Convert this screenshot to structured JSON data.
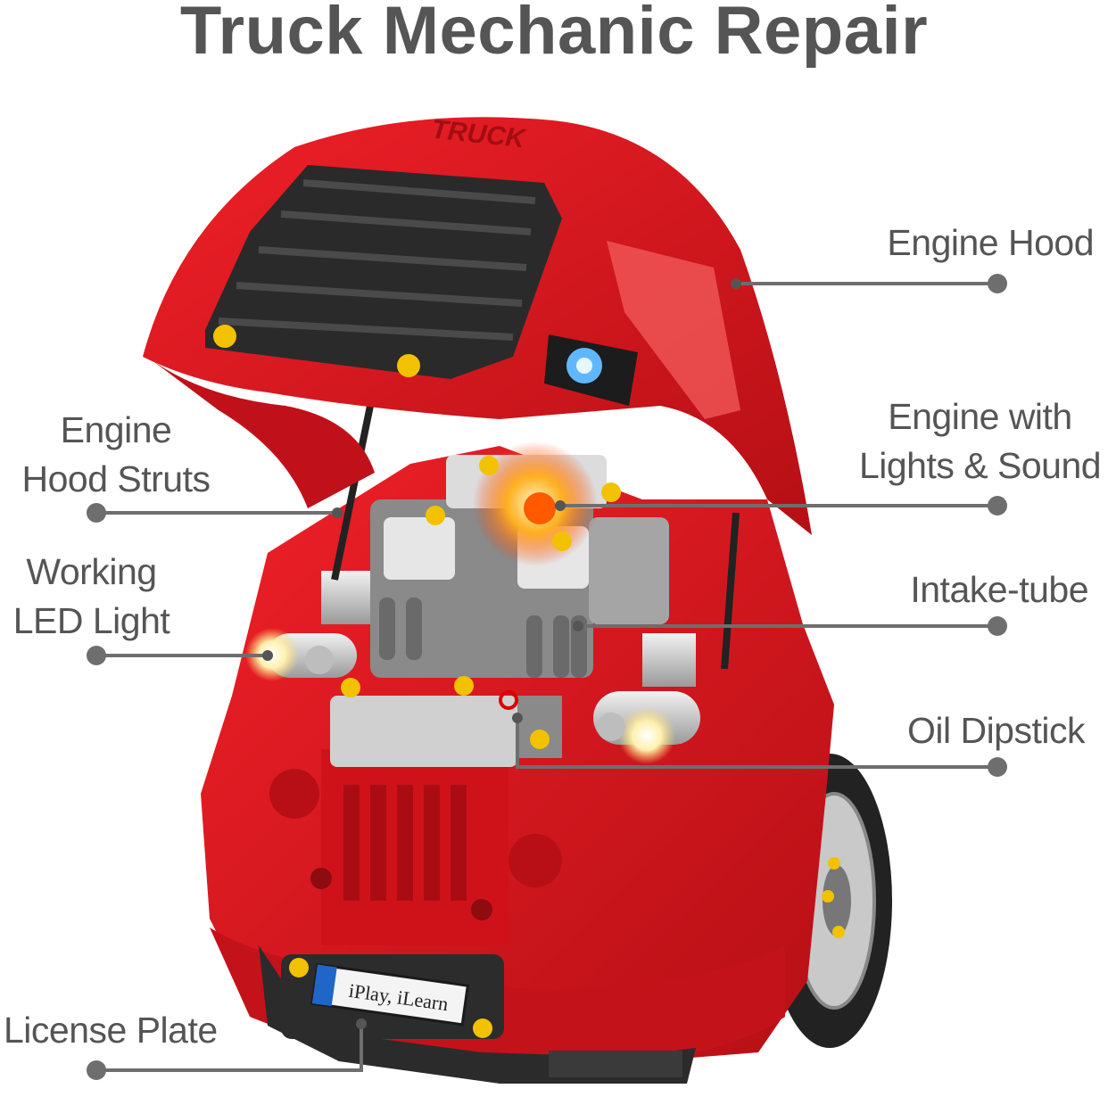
{
  "title": "Truck Mechanic Repair",
  "labels": {
    "engine_hood": "Engine Hood",
    "engine_hood_struts_line1": "Engine",
    "engine_hood_struts_line2": "Hood Struts",
    "engine_lights_line1": "Engine with",
    "engine_lights_line2": "Lights & Sound",
    "working_led_line1": "Working",
    "working_led_line2": "LED Light",
    "intake_tube": "Intake-tube",
    "oil_dipstick": "Oil Dipstick",
    "license_plate": "License Plate"
  },
  "truck": {
    "hood_badge": "TRUCK",
    "plate_text": "iPlay, iLearn"
  },
  "colors": {
    "text": "#555555",
    "leader": "#6e6e6e",
    "body_red": "#d8141c",
    "dark_red": "#9e0d12",
    "grille": "#2a2a2a",
    "engine_grey": "#8c8c8c",
    "bolt_yellow": "#f2c200"
  }
}
